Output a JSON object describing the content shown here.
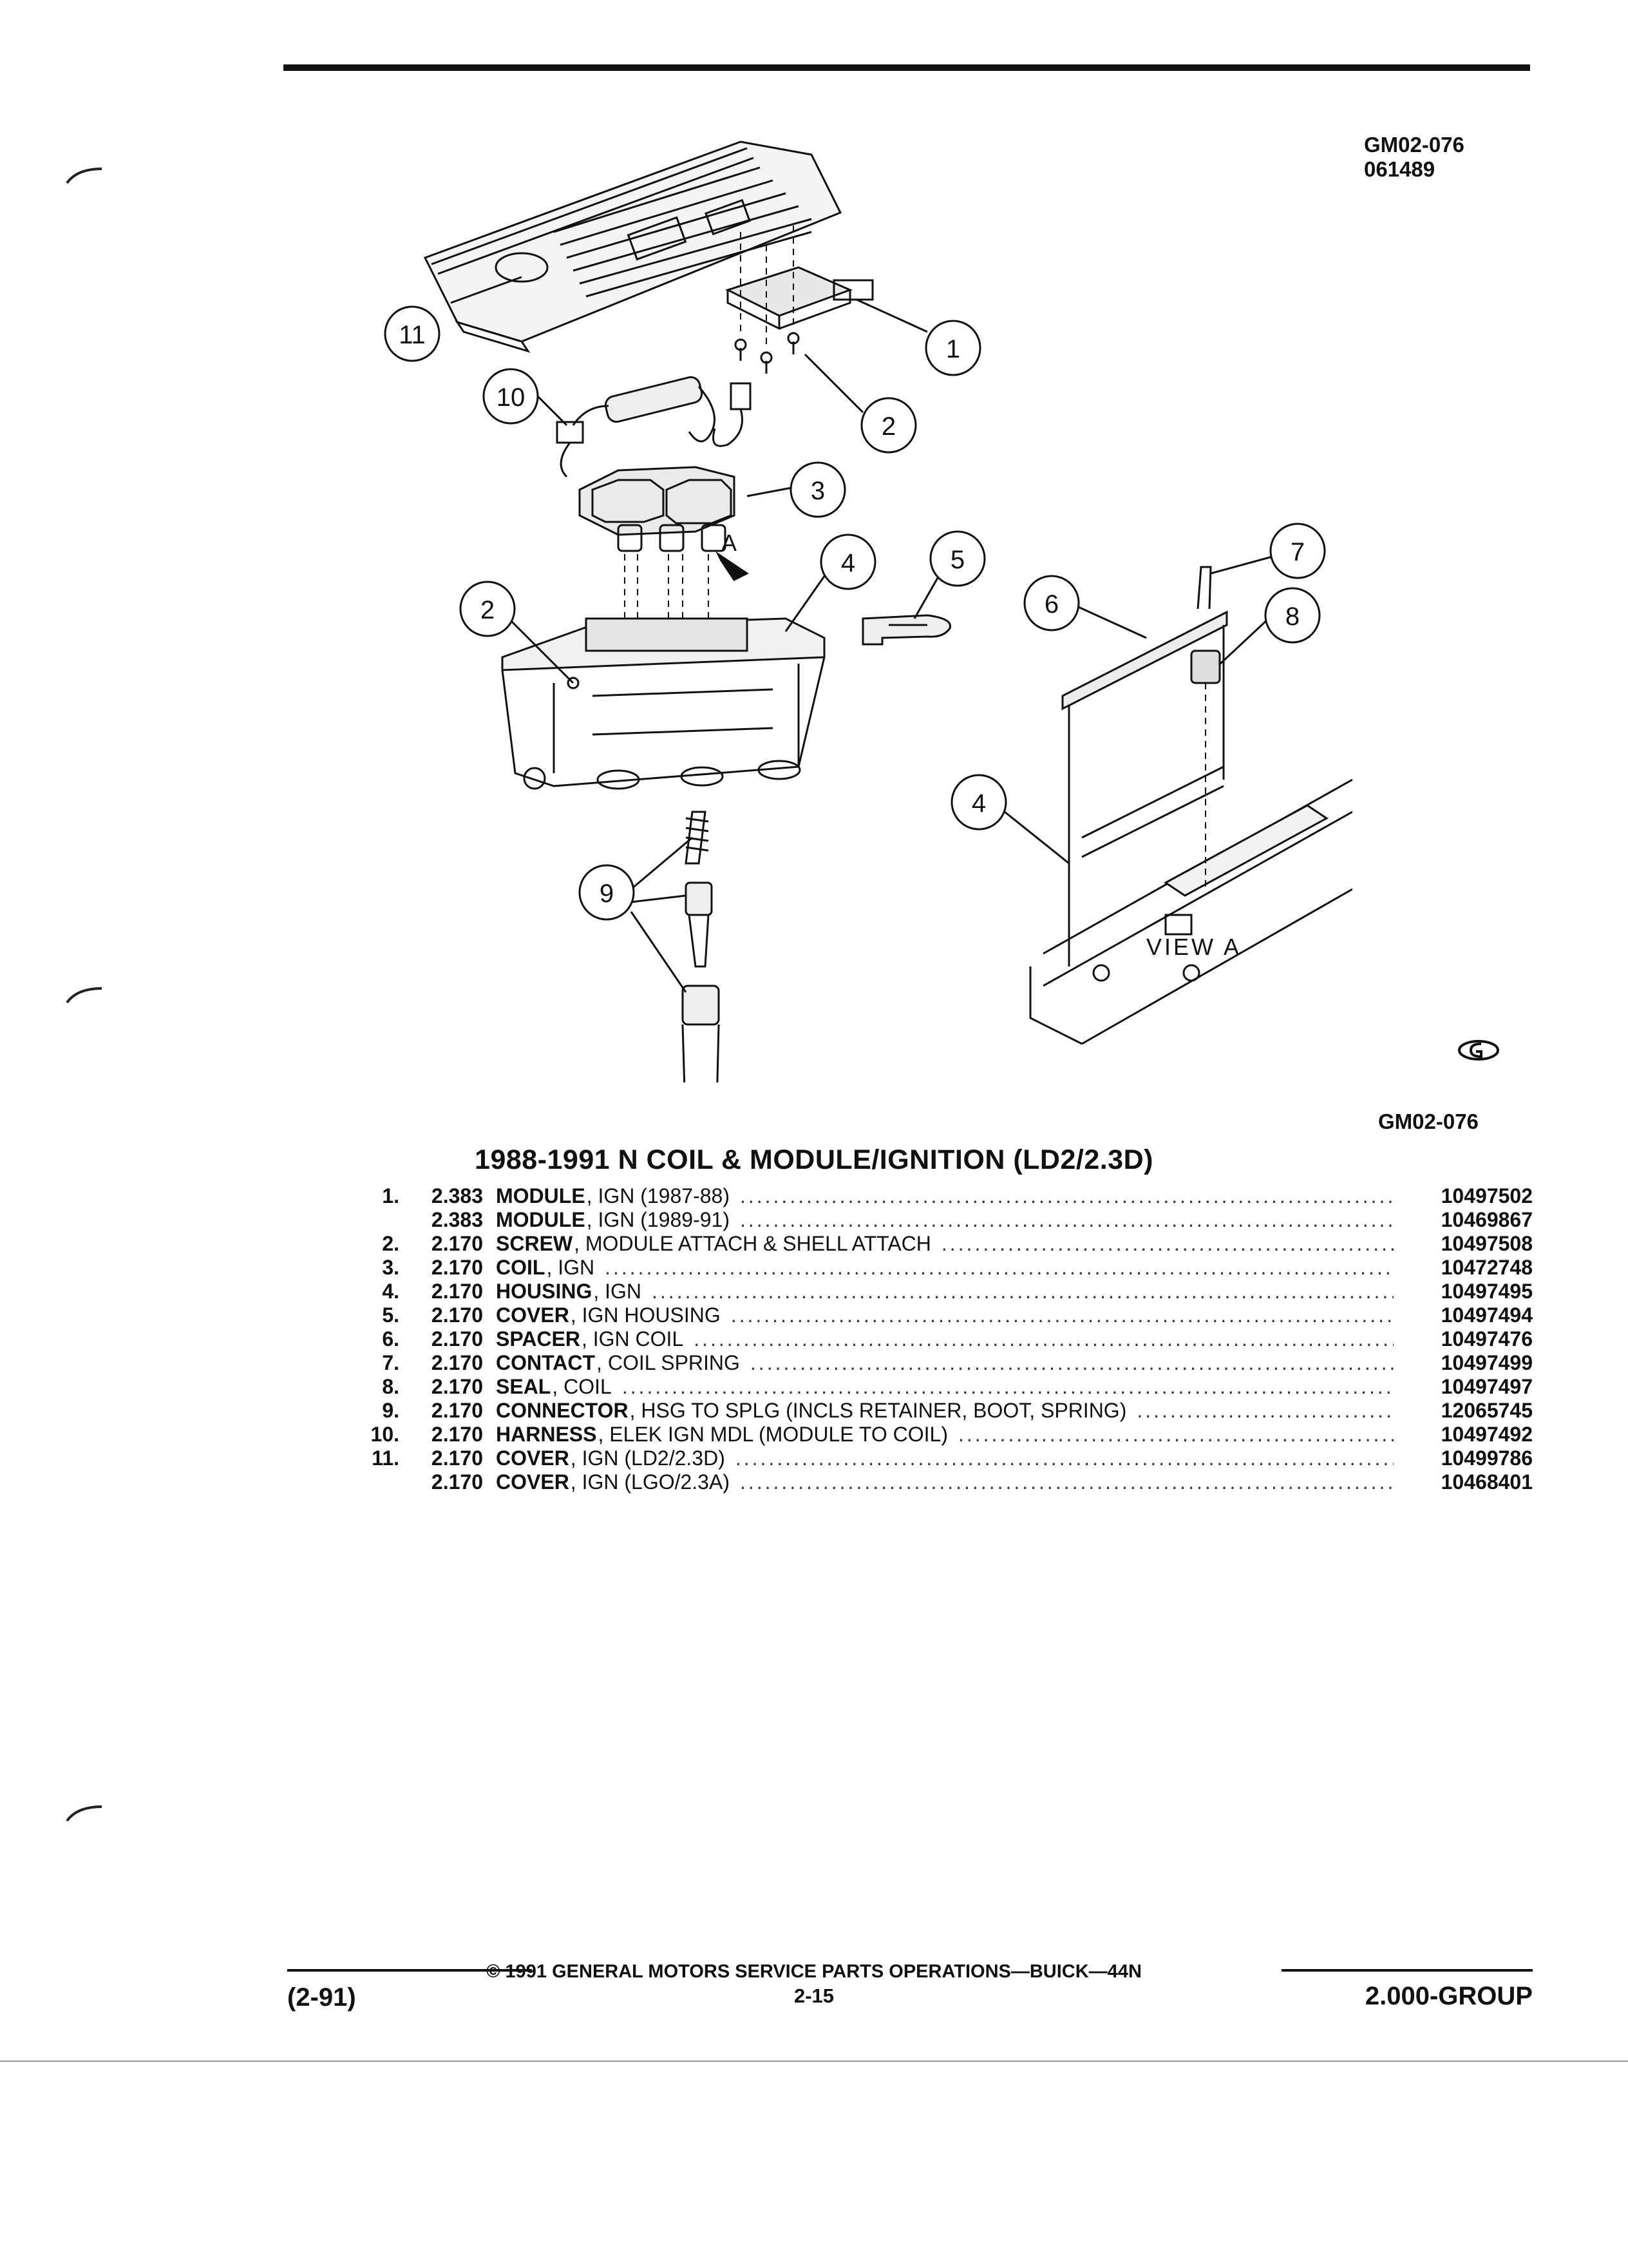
{
  "header": {
    "code_line1": "GM02-076",
    "code_line2": "061489",
    "code_bottom": "GM02-076"
  },
  "diagram": {
    "view_label": "VIEW A",
    "arrow_label": "A",
    "callouts": [
      {
        "label": "11"
      },
      {
        "label": "1"
      },
      {
        "label": "2"
      },
      {
        "label": "10"
      },
      {
        "label": "3"
      },
      {
        "label": "4"
      },
      {
        "label": "5"
      },
      {
        "label": "2"
      },
      {
        "label": "6"
      },
      {
        "label": "7"
      },
      {
        "label": "8"
      },
      {
        "label": "4"
      },
      {
        "label": "9"
      }
    ]
  },
  "parts_list": {
    "title": "1988-1991 N COIL & MODULE/IGNITION (LD2/2.3D)",
    "rows": [
      {
        "num": "1.",
        "group": "2.383",
        "name": "MODULE",
        "desc": ", IGN (1987-88)",
        "part": "10497502"
      },
      {
        "num": "",
        "group": "2.383",
        "name": "MODULE",
        "desc": ", IGN (1989-91)",
        "part": "10469867"
      },
      {
        "num": "2.",
        "group": "2.170",
        "name": "SCREW",
        "desc": ", MODULE ATTACH & SHELL ATTACH",
        "part": "10497508"
      },
      {
        "num": "3.",
        "group": "2.170",
        "name": "COIL",
        "desc": ", IGN",
        "part": "10472748"
      },
      {
        "num": "4.",
        "group": "2.170",
        "name": "HOUSING",
        "desc": ", IGN",
        "part": "10497495"
      },
      {
        "num": "5.",
        "group": "2.170",
        "name": "COVER",
        "desc": ", IGN HOUSING",
        "part": "10497494"
      },
      {
        "num": "6.",
        "group": "2.170",
        "name": "SPACER",
        "desc": ", IGN COIL",
        "part": "10497476"
      },
      {
        "num": "7.",
        "group": "2.170",
        "name": "CONTACT",
        "desc": ", COIL SPRING",
        "part": "10497499"
      },
      {
        "num": "8.",
        "group": "2.170",
        "name": "SEAL",
        "desc": ", COIL",
        "part": "10497497"
      },
      {
        "num": "9.",
        "group": "2.170",
        "name": "CONNECTOR",
        "desc": ", HSG TO SPLG (INCLS RETAINER, BOOT, SPRING)",
        "part": "12065745"
      },
      {
        "num": "10.",
        "group": "2.170",
        "name": "HARNESS",
        "desc": ", ELEK IGN MDL (MODULE TO COIL)",
        "part": "10497492"
      },
      {
        "num": "11.",
        "group": "2.170",
        "name": "COVER",
        "desc": ", IGN (LD2/2.3D)",
        "part": "10499786"
      },
      {
        "num": "",
        "group": "2.170",
        "name": "COVER",
        "desc": ", IGN (LGO/2.3A)",
        "part": "10468401"
      }
    ]
  },
  "footer": {
    "copyright": "© 1991 GENERAL MOTORS SERVICE PARTS OPERATIONS—BUICK—44N",
    "page": "2-15",
    "date": "(2-91)",
    "group": "2.000-GROUP"
  }
}
